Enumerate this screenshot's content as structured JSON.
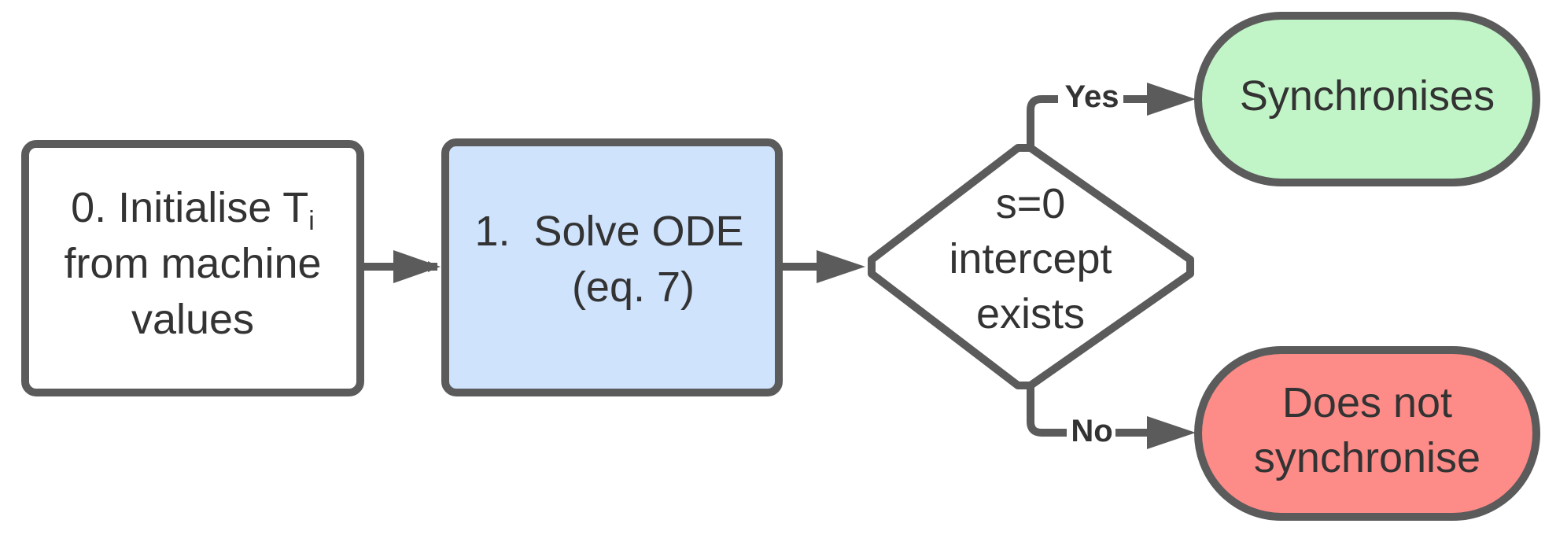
{
  "nodes": {
    "init": {
      "line1": "0. Initialise T",
      "subscript": "i",
      "line2": "from machine",
      "line3": "values",
      "fill": "#ffffff"
    },
    "solve": {
      "number": "1.",
      "line1": "Solve ODE",
      "line2": "(eq. 7)",
      "fill": "#cfe3fd"
    },
    "decision": {
      "line1": "s=0",
      "line2": "intercept",
      "line3": "exists",
      "fill": "#ffffff"
    },
    "sync": {
      "label": "Synchronises",
      "fill": "#c1f5c7"
    },
    "nosync": {
      "line1": "Does not",
      "line2": "synchronise",
      "fill": "#fd8b88"
    }
  },
  "edges": {
    "yes_label": "Yes",
    "no_label": "No"
  },
  "colors": {
    "stroke": "#5b5b5b",
    "text": "#333333"
  }
}
